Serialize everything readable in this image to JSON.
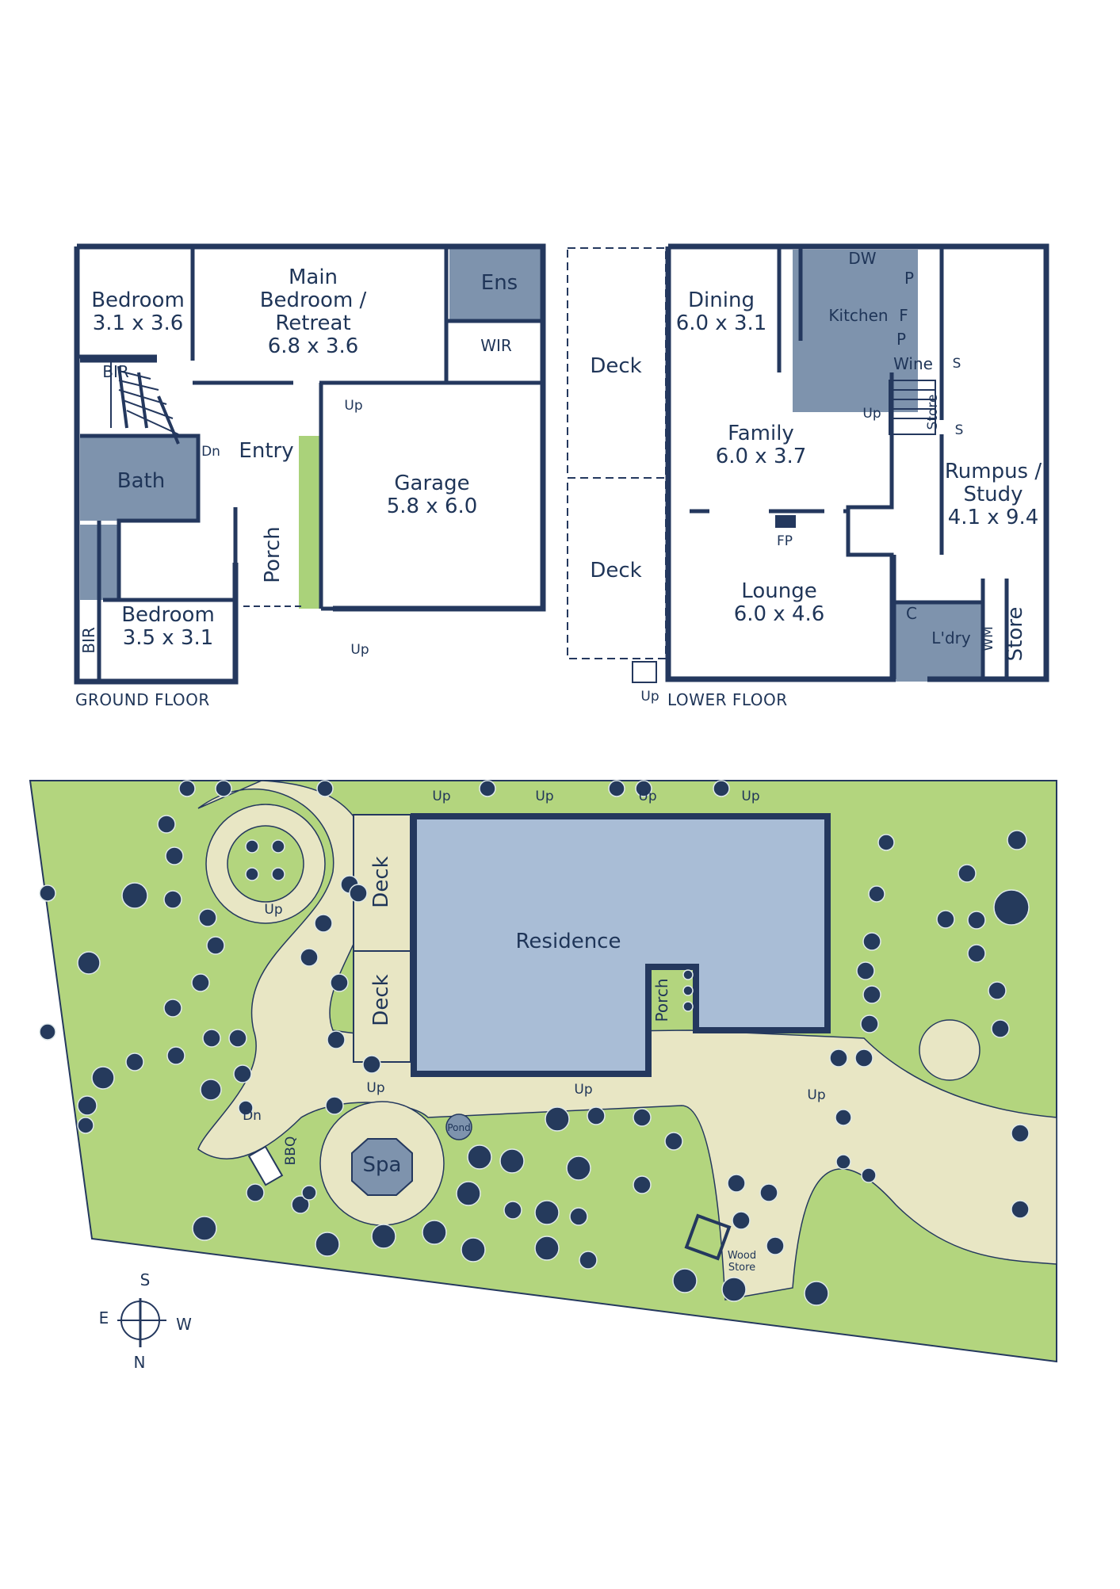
{
  "ground_floor": {
    "caption": "GROUND FLOOR",
    "rooms": {
      "bedroom1": [
        "Bedroom",
        "3.1 x 3.6"
      ],
      "main_bedroom": [
        "Main",
        "Bedroom /",
        "Retreat",
        "6.8 x 3.6"
      ],
      "ensuite": "Ens",
      "wir": "WIR",
      "bir_top": "BIR",
      "bath": "Bath",
      "entry": "Entry",
      "dn": "Dn",
      "up_garage": "Up",
      "garage": [
        "Garage",
        "5.8 x 6.0"
      ],
      "porch": "Porch",
      "bedroom2": [
        "Bedroom",
        "3.5 x 3.1"
      ],
      "bir_side": "BIR",
      "up_porch": "Up"
    }
  },
  "lower_floor": {
    "caption": "LOWER FLOOR",
    "rooms": {
      "deck_top": "Deck",
      "deck_bottom": "Deck",
      "dining": [
        "Dining",
        "6.0 x 3.1"
      ],
      "dw": "DW",
      "p1": "P",
      "kitchen": "Kitchen",
      "f": "F",
      "p2": "P",
      "wine": "Wine",
      "s1": "S",
      "s2": "S",
      "store_small": "Store",
      "up_stairs": "Up",
      "family": [
        "Family",
        "6.0 x 3.7"
      ],
      "rumpus": [
        "Rumpus /",
        "Study",
        "4.1 x 9.4"
      ],
      "fp": "FP",
      "lounge": [
        "Lounge",
        "6.0 x 4.6"
      ],
      "c": "C",
      "laundry": "L'dry",
      "wm": "WM",
      "store_big": "Store",
      "up_deck": "Up"
    }
  },
  "site": {
    "residence": "Residence",
    "deck_top": "Deck",
    "deck_bottom": "Deck",
    "porch": "Porch",
    "spa": "Spa",
    "pond": "Pond",
    "bbq": "BBQ",
    "dn": "Dn",
    "wood_store": [
      "Wood",
      "Store"
    ],
    "up_labels": [
      "Up",
      "Up",
      "Up",
      "Up",
      "Up",
      "Up",
      "Up",
      "Up"
    ],
    "compass": {
      "n": "N",
      "s": "S",
      "e": "E",
      "w": "W"
    }
  },
  "colors": {
    "wall": "#24385e",
    "wet_area": "#7e93ad",
    "lawn": "#b3d57e",
    "path": "#e8e6c4",
    "residence": "#a9bdd6",
    "garden_strip": "#aad27a"
  }
}
